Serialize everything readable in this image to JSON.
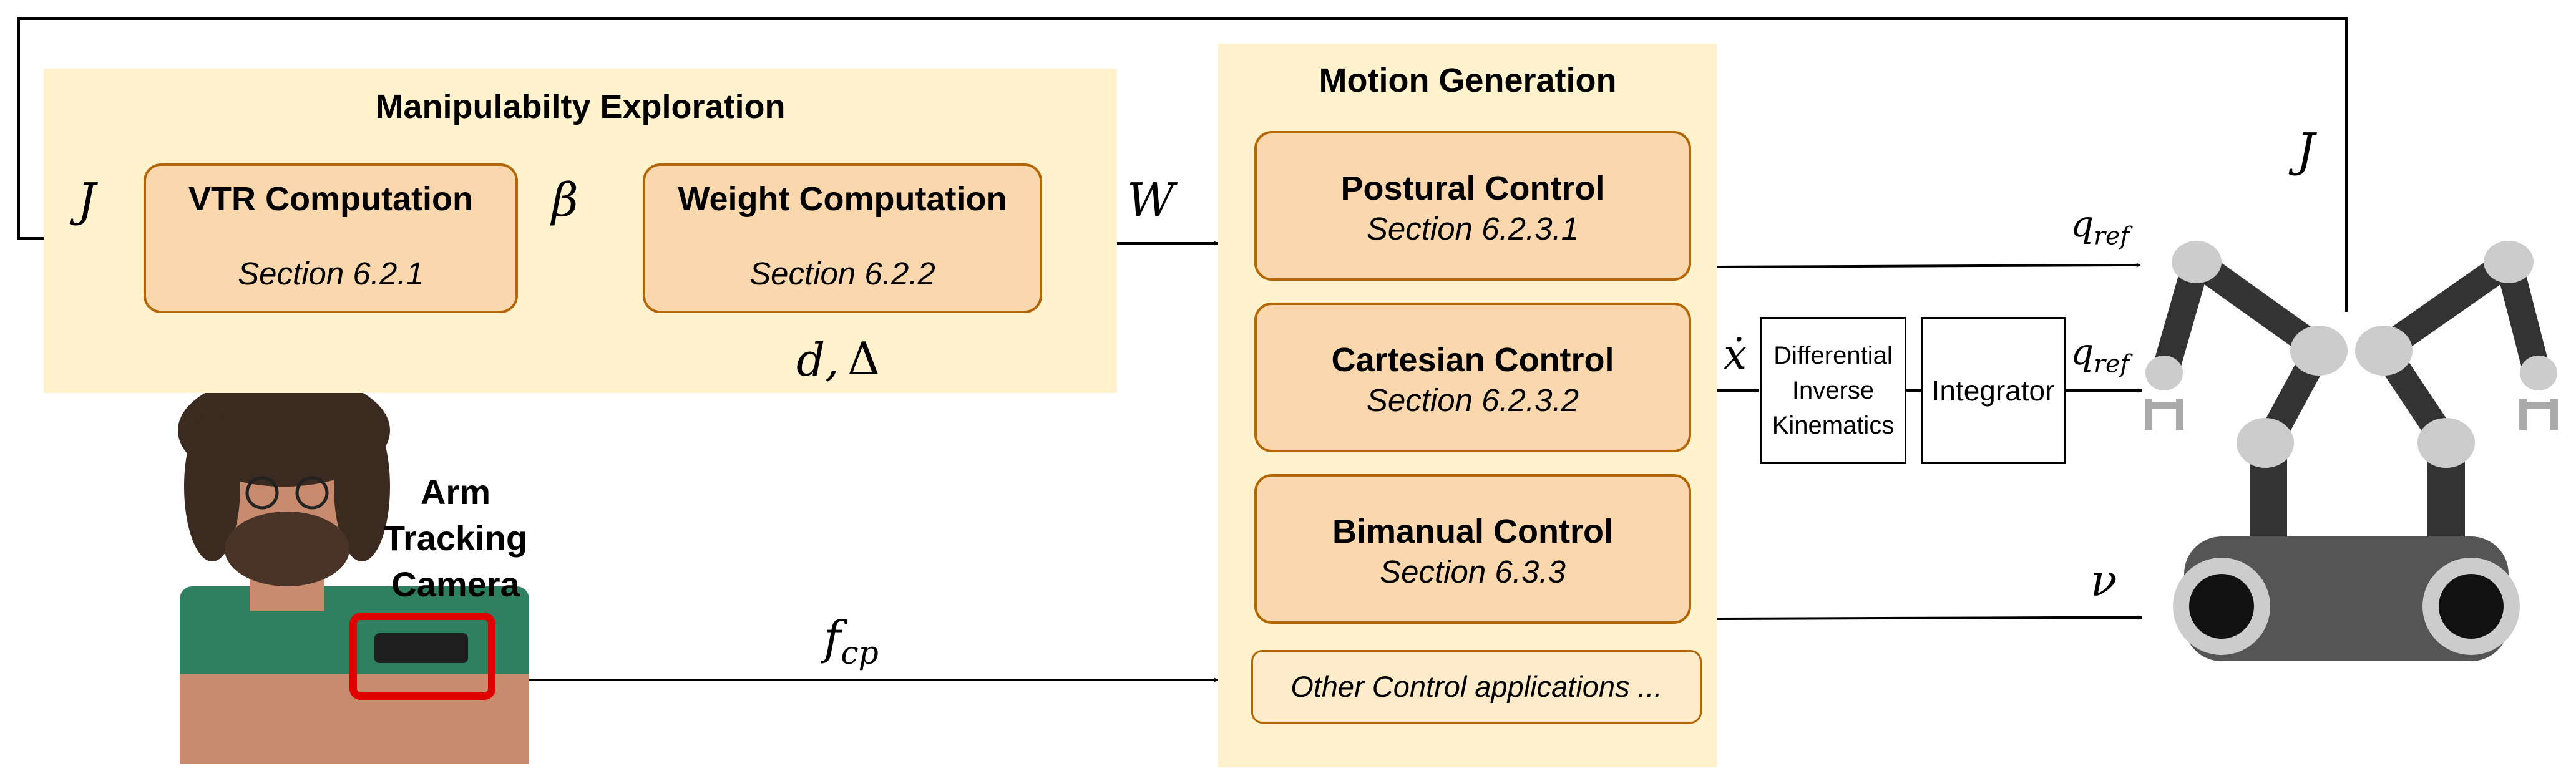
{
  "exploration": {
    "title": "Manipulabilty Exploration",
    "vtr": {
      "title": "VTR Computation",
      "section": "Section 6.2.1"
    },
    "weight": {
      "title": "Weight Computation",
      "section": "Section 6.2.2"
    }
  },
  "motion": {
    "title": "Motion Generation",
    "blocks": [
      {
        "title": "Postural Control",
        "section": "Section 6.2.3.1"
      },
      {
        "title": "Cartesian Control",
        "section": "Section 6.2.3.2"
      },
      {
        "title": "Bimanual Control",
        "section": "Section 6.3.3"
      }
    ],
    "other": "Other Control applications ..."
  },
  "ik": {
    "line1": "Differential",
    "line2": "Inverse",
    "line3": "Kinematics"
  },
  "integrator": "Integrator",
  "camera": {
    "line1": "Arm",
    "line2": "Tracking",
    "line3": "Camera"
  },
  "symbols": {
    "J": "J",
    "beta": "β",
    "W": "W",
    "d": "d,",
    "delta": "Δ",
    "xdot": "ẋ",
    "q": "q",
    "ref": "ref",
    "nu": "ν",
    "f": "f",
    "cp": "cp"
  },
  "colors": {
    "panel": "#fff2cc",
    "block_fill": "#fad7ac",
    "block_border": "#b46504",
    "robot_dark": "#333333",
    "robot_joint": "#cccccc",
    "camera_highlight": "#e00000"
  }
}
